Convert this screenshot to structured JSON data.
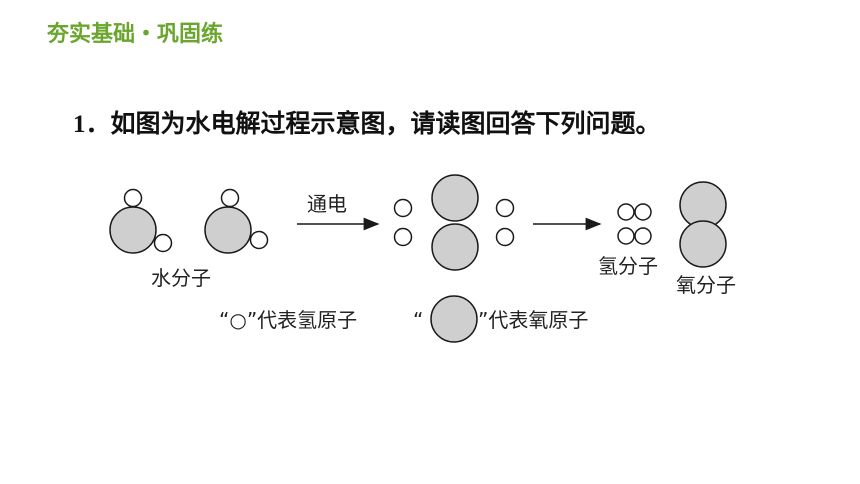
{
  "header": {
    "title": "夯实基础・巩固练"
  },
  "question": {
    "number": "1．",
    "text": "如图为水电解过程示意图，请读图回答下列问题。"
  },
  "diagram": {
    "arrow1_label": "通电",
    "water_molecule_label": "水分子",
    "hydrogen_molecule_label": "氢分子",
    "oxygen_molecule_label": "氧分子",
    "legend_hydrogen": "“○”代表氢原子",
    "legend_oxygen_open": "“",
    "legend_oxygen_close": "”代表氧原子",
    "colors": {
      "oxygen_fill": "#cfcfcf",
      "stroke": "#1a1a1a"
    }
  }
}
